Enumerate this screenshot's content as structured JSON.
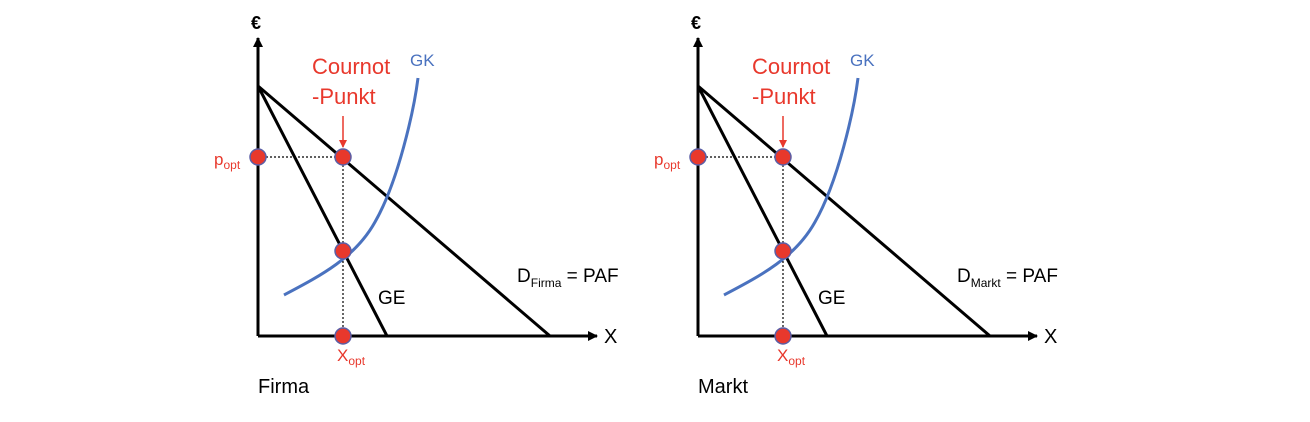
{
  "colors": {
    "axis": "#000000",
    "gk_curve": "#4a72bf",
    "accent_red": "#e8382c",
    "point_fill": "#e8382c",
    "point_stroke": "#5b5ea6"
  },
  "panels": [
    {
      "caption": "Firma",
      "y_axis_label": "€",
      "x_axis_label": "X",
      "cournot_line1": "Cournot",
      "cournot_line2": "-Punkt",
      "gk_label": "GK",
      "ge_label": "GE",
      "demand_main": "D",
      "demand_sub": "Firma",
      "demand_suffix": " = PAF",
      "p_main": "p",
      "p_sub": "opt",
      "x_main": "X",
      "x_sub": "opt"
    },
    {
      "caption": "Markt",
      "y_axis_label": "€",
      "x_axis_label": "X",
      "cournot_line1": "Cournot",
      "cournot_line2": "-Punkt",
      "gk_label": "GK",
      "ge_label": "GE",
      "demand_main": "D",
      "demand_sub": "Markt",
      "demand_suffix": " = PAF",
      "p_main": "p",
      "p_sub": "opt",
      "x_main": "X",
      "x_sub": "opt"
    }
  ]
}
